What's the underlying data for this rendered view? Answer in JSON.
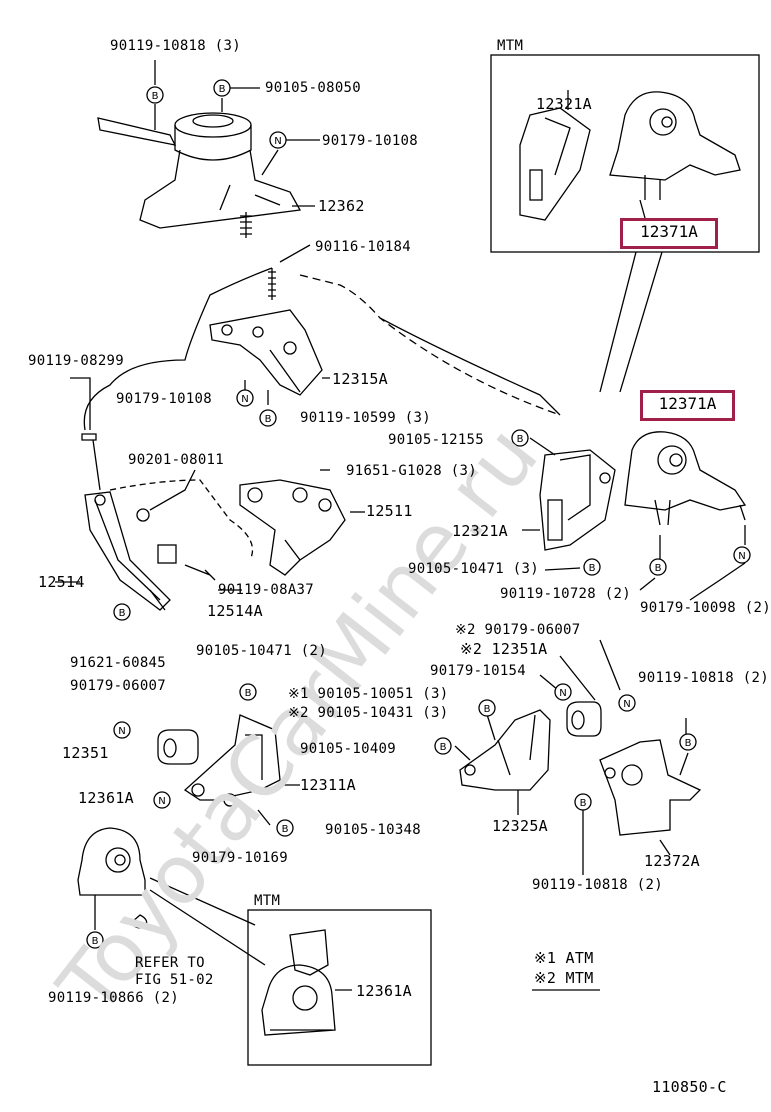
{
  "colors": {
    "highlight": "#a0204a",
    "ink": "#000000",
    "watermark": "#d9d9d9"
  },
  "watermark": "ToyotaCarMine.ru",
  "footer_code": "110850-C",
  "legend": {
    "atm": "※1 ATM",
    "mtm": "※2 MTM"
  },
  "insets": {
    "top_right_title": "MTM",
    "bottom_title": "MTM"
  },
  "refer": {
    "line1": "REFER TO",
    "line2": "FIG 51-02"
  },
  "callouts": {
    "b": "B",
    "n": "N"
  },
  "labels": {
    "l01": "90119-10818 (3)",
    "l02": "90105-08050",
    "l03": "90179-10108",
    "l04": "12362",
    "l05": "90116-10184",
    "l06": "90119-08299",
    "l07": "12315A",
    "l08": "90179-10108",
    "l09": "90119-10599 (3)",
    "l10": "90105-12155",
    "l11": "90201-08011",
    "l12": "91651-G1028 (3)",
    "l13": "12511",
    "l14": "12321A",
    "l15": "90105-10471 (3)",
    "l16": "90119-10728 (2)",
    "l17": "90179-10098 (2)",
    "l18": "12514",
    "l19": "90119-08A37",
    "l20": "12514A",
    "l21": "91621-60845",
    "l22": "90179-06007",
    "l23": "12351",
    "l24": "90105-10471 (2)",
    "l25": "※1 90105-10051 (3)",
    "l26": "※2 90105-10431 (3)",
    "l27": "90105-10409",
    "l28": "12311A",
    "l29": "90105-10348",
    "l30": "12361A",
    "l31": "90179-10169",
    "l32": "※2 90179-06007",
    "l33": "※2 12351A",
    "l34": "90179-10154",
    "l35": "90119-10818 (2)",
    "l36": "12325A",
    "l37": "12372A",
    "l38": "90119-10818 (2)",
    "l39": "90119-10866 (2)",
    "l40": "12321A",
    "l41": "12361A"
  },
  "highlighted": {
    "inset": "12371A",
    "main": "12371A"
  }
}
